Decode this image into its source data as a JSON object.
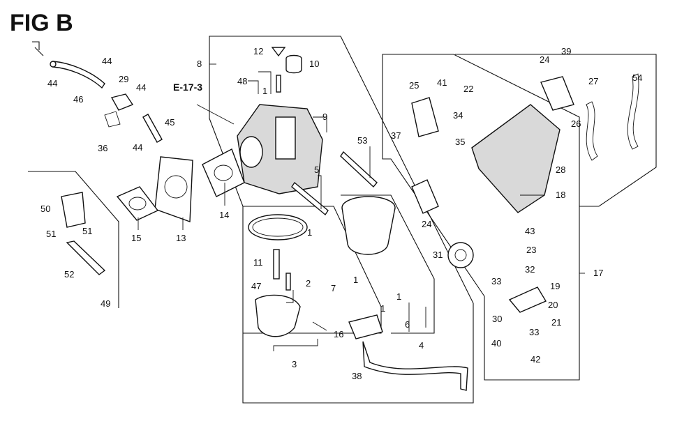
{
  "figure": {
    "title": "FIG B",
    "reference": "E-17-3"
  },
  "callouts": [
    "44",
    "46",
    "44",
    "29",
    "36",
    "44",
    "45",
    "44",
    "12",
    "10",
    "48",
    "1",
    "8",
    "9",
    "14",
    "13",
    "15",
    "53",
    "5",
    "50",
    "51",
    "51",
    "52",
    "49",
    "1",
    "11",
    "47",
    "2",
    "7",
    "1",
    "1",
    "1",
    "6",
    "3",
    "16",
    "4",
    "38",
    "24",
    "39",
    "25",
    "41",
    "22",
    "37",
    "34",
    "35",
    "27",
    "54",
    "26",
    "28",
    "18",
    "24",
    "31",
    "43",
    "23",
    "32",
    "33",
    "19",
    "20",
    "30",
    "33",
    "21",
    "40",
    "42",
    "17"
  ]
}
